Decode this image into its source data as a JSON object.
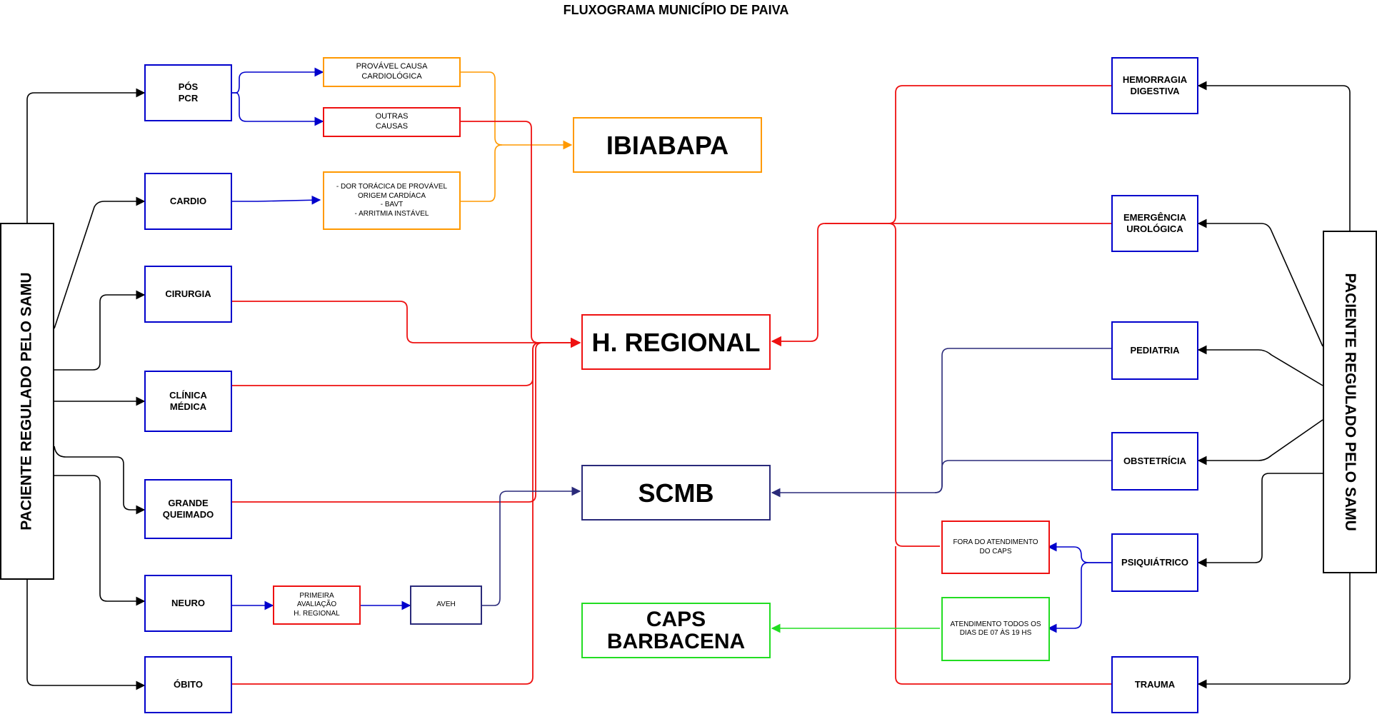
{
  "title": "FLUXOGRAMA MUNICÍPIO DE PAIVA",
  "left_source": "PACIENTE REGULADO PELO SAMU",
  "right_source": "PACIENTE REGULADO PELO SAMU",
  "left_nodes": {
    "pos_pcr": "PÓS\nPCR",
    "cardio": "CARDIO",
    "cirurgia": "CIRURGIA",
    "clinica_medica": "CLÍNICA\nMÉDICA",
    "grande_queimado": "GRANDE\nQUEIMADO",
    "neuro": "NEURO",
    "obito": "ÓBITO"
  },
  "middle_left": {
    "provavel_causa": "PROVÁVEL CAUSA\nCARDIOLÓGICA",
    "outras_causas": "OUTRAS\nCAUSAS",
    "dor_toracica": "- DOR TORÁCICA  DE PROVÁVEL\nORIGEM  CARDÍACA\n- BAVT\n- ARRITMIA  INSTÁVEL",
    "primeira_avaliacao": "PRIMEIRA\nAVALIAÇÃO\nH. REGIONAL",
    "aveh": "AVEH"
  },
  "destinations": {
    "ibiapaba": "IBIABAPA",
    "h_regional": "H. REGIONAL",
    "scmb": "SCMB",
    "caps": "CAPS\nBARBACENA"
  },
  "right_nodes": {
    "hemorragia": "HEMORRAGIA\nDIGESTIVA",
    "urologica": "EMERGÊNCIA\nUROLÓGICA",
    "pediatria": "PEDIATRIA",
    "obstetricia": "OBSTETRÍCIA",
    "psiquiatrico": "PSIQUIÁTRICO",
    "trauma": "TRAUMA"
  },
  "middle_right": {
    "fora_caps": "FORA DO ATENDIMENTO\nDO CAPS",
    "atendimento": "ATENDIMENTO TODOS OS\nDIAS DE 07 ÀS  19 HS"
  },
  "colors": {
    "black": "#000000",
    "blue": "#0000cc",
    "red": "#ee1111",
    "orange": "#ff9900",
    "navy": "#2a2a7a",
    "green": "#22dd22"
  }
}
